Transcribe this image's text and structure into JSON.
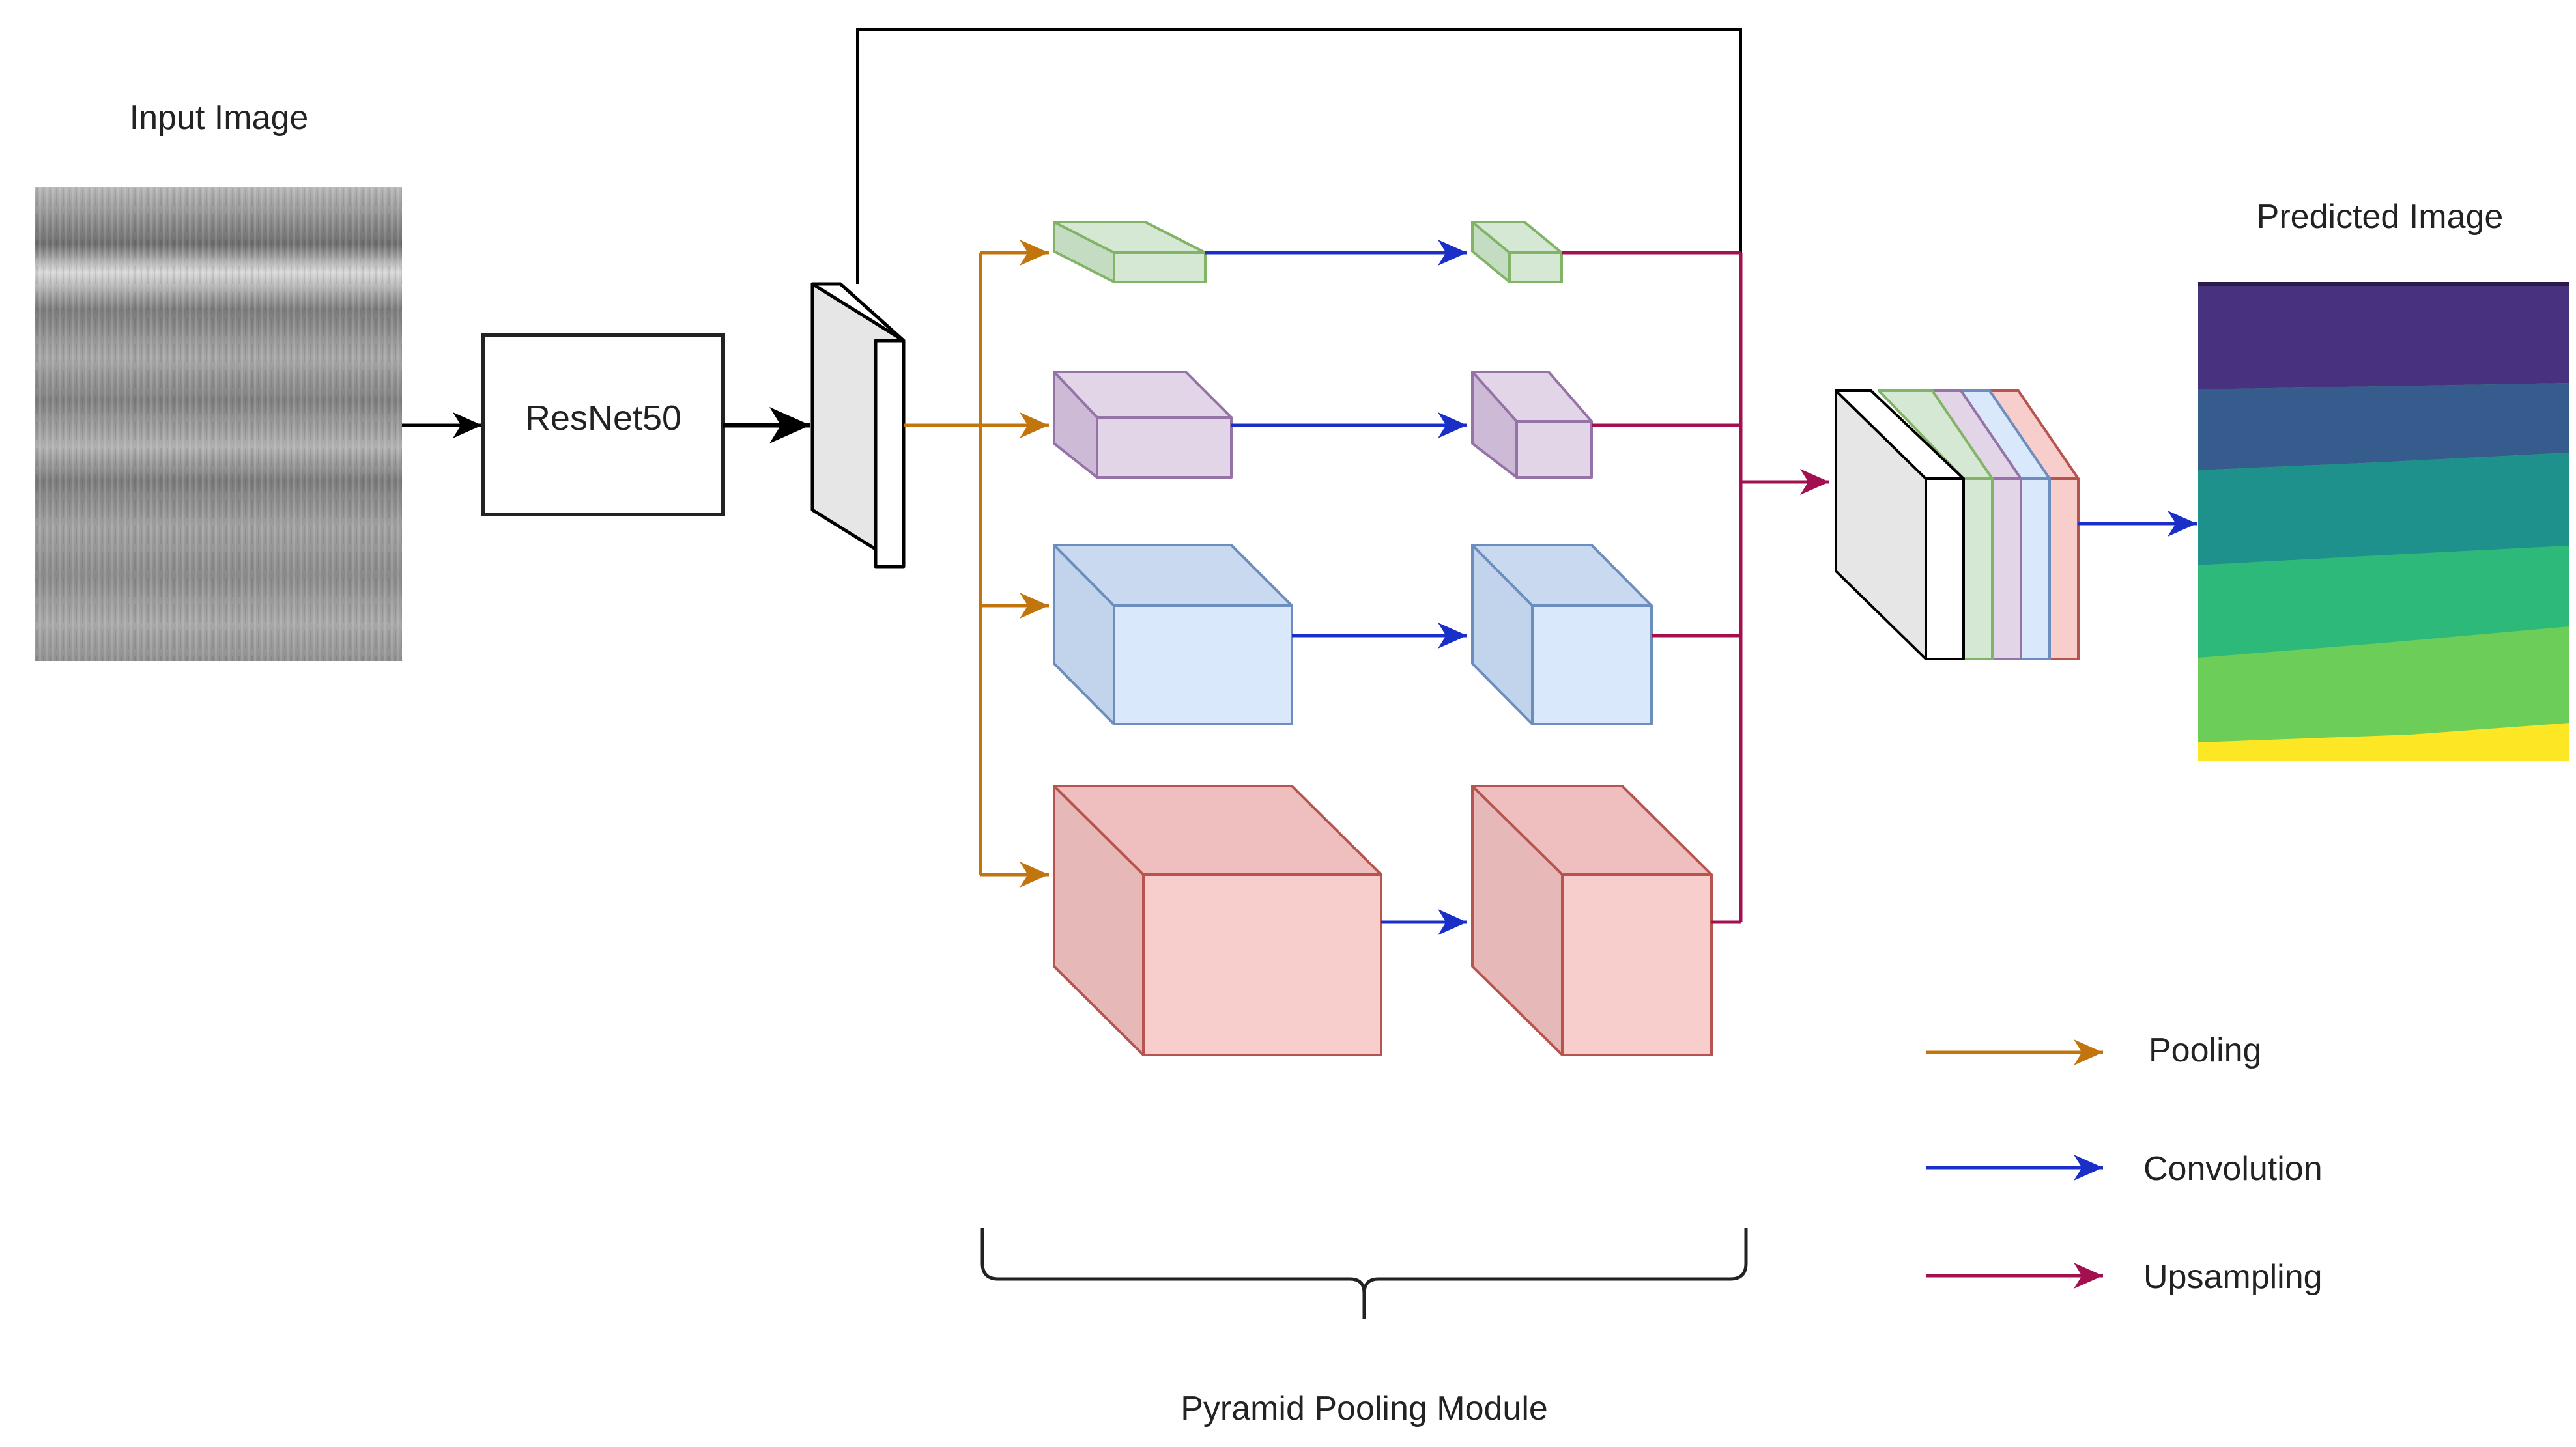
{
  "input": {
    "label": "Input Image"
  },
  "backbone": {
    "label": "ResNet50"
  },
  "module": {
    "label": "Pyramid Pooling Module"
  },
  "output": {
    "label": "Predicted Image"
  },
  "legend": {
    "pooling": "Pooling",
    "convolution": "Convolution",
    "upsampling": "Upsampling"
  },
  "colors": {
    "pooling": "#c2750c",
    "convolution": "#1a2fc7",
    "upsampling": "#a3104f",
    "green_fill": "#d5e8d4",
    "green_stroke": "#82b366",
    "purple_fill": "#e1d5e7",
    "purple_stroke": "#9673a6",
    "blue_fill": "#dae8fc",
    "blue_stroke": "#6c8ebf",
    "red_fill": "#f8cecc",
    "red_stroke": "#b85450",
    "seg_band_1": "#46327e",
    "seg_band_2": "#365c8d",
    "seg_band_3": "#1f918d",
    "seg_band_4": "#2db97a",
    "seg_band_5": "#6ccd59",
    "seg_band_6": "#fde725"
  }
}
